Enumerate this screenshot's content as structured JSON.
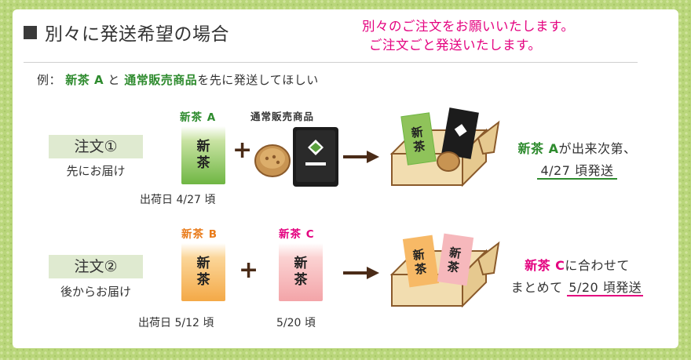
{
  "title": "別々に発送希望の場合",
  "notice": [
    "別々のご注文をお願いいたします。",
    "ご注文ごと発送いたします。"
  ],
  "example": {
    "prefix": "例：",
    "item_a": "新茶 A",
    "mid": "と",
    "item_b": "通常販売商品",
    "suffix": "を先に発送してほしい"
  },
  "order1": {
    "tag": "注文①",
    "sub": "先にお届け",
    "pkg_a_label": "新茶 A",
    "pkg_text_1": "新",
    "pkg_text_2": "茶",
    "product_label": "通常販売商品",
    "ship_date": "出荷日 4/27 頃",
    "result_line1_a": "新茶 A",
    "result_line1_b": "が出来次第、",
    "result_line2": "4/27 頃発送"
  },
  "order2": {
    "tag": "注文②",
    "sub": "後からお届け",
    "pkg_b_label": "新茶 B",
    "pkg_c_label": "新茶 C",
    "pkg_text_1": "新",
    "pkg_text_2": "茶",
    "ship_date_b": "出荷日 5/12 頃",
    "ship_date_c": "5/20 頃",
    "result_line1_a": "新茶 C",
    "result_line1_b": "に合わせて",
    "result_line2_a": "まとめて",
    "result_line2_b": "5/20 頃発送"
  },
  "symbols": {
    "plus": "+"
  },
  "colors": {
    "pink_accent": "#e4007f",
    "green_accent": "#2e8b2e",
    "box_brown": "#8a5a2b",
    "label_orange": "#e97b1a"
  },
  "icons": [
    "plus-icon",
    "arrow-right-icon",
    "cardboard-box-icon",
    "tea-package-icon",
    "wagashi-icon"
  ]
}
